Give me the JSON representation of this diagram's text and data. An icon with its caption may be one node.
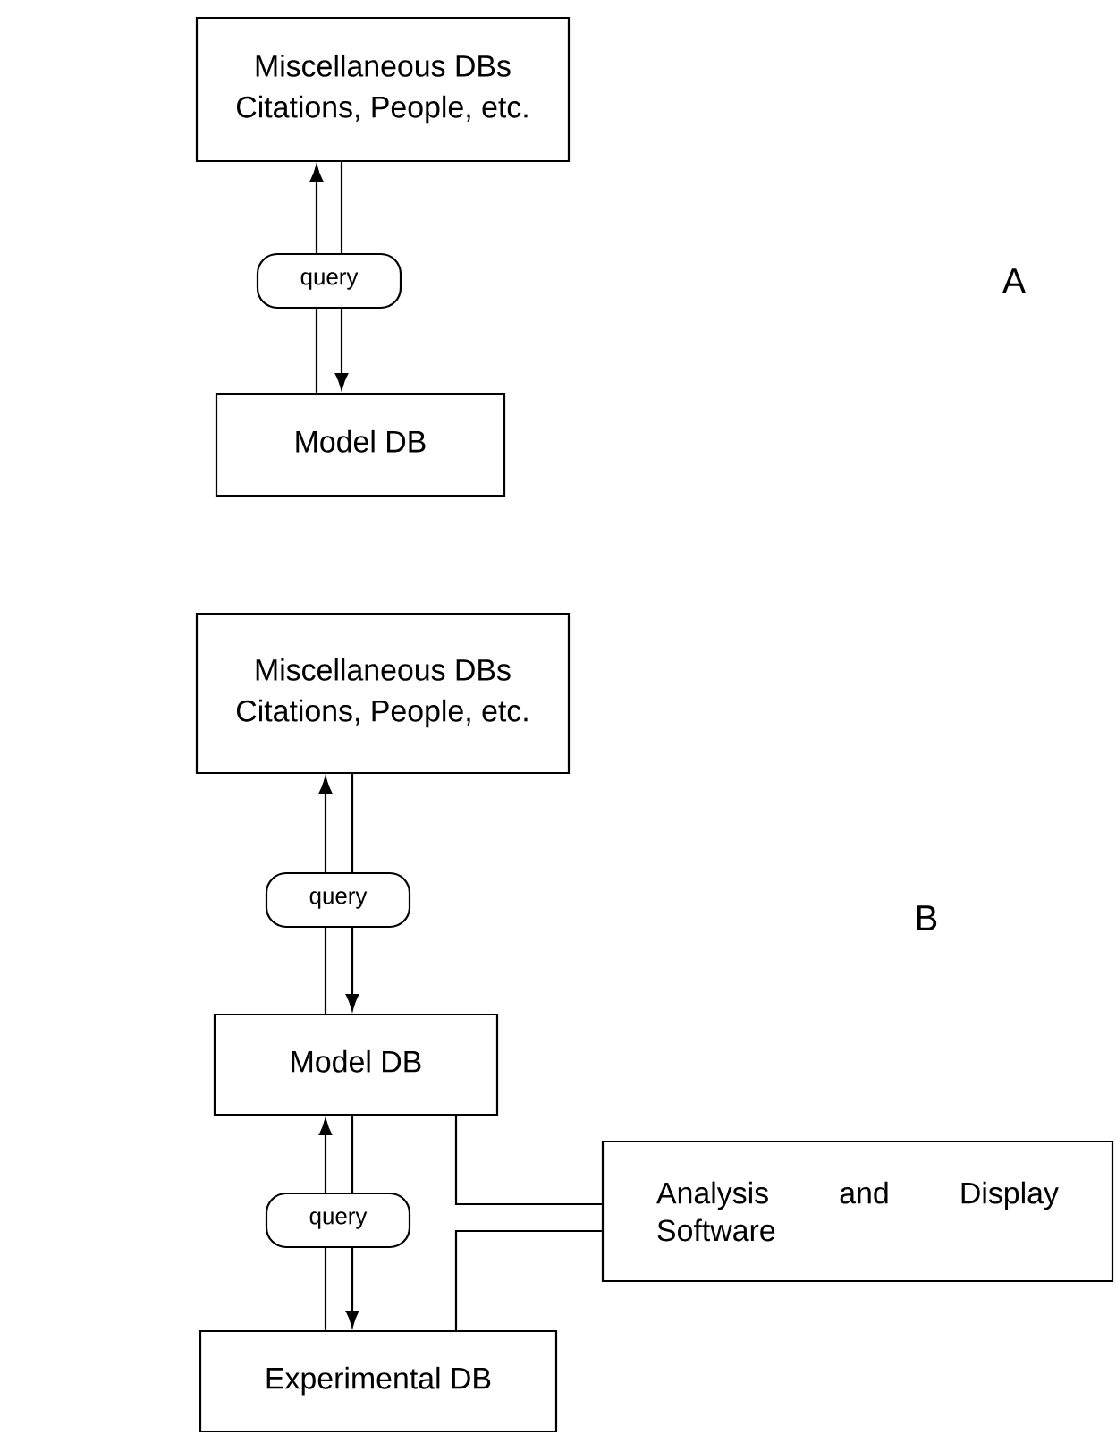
{
  "diagram": {
    "nodes": [
      {
        "text": [
          "Miscellaneous DBs",
          "Citations, People, etc."
        ]
      },
      {
        "text": [
          "Model DB"
        ]
      },
      {
        "text": [
          "Miscellaneous DBs",
          "Citations, People, etc."
        ]
      },
      {
        "text": [
          "Model DB"
        ]
      },
      {
        "text": [
          "Analysis and Display Software"
        ]
      },
      {
        "text": [
          "Experimental DB"
        ]
      }
    ],
    "edges": [
      {
        "from": 1,
        "to": 0,
        "arrow": "to",
        "label": "query"
      },
      {
        "from": 0,
        "to": 1,
        "arrow": "to"
      },
      {
        "from": 3,
        "to": 2,
        "arrow": "to",
        "label": "query"
      },
      {
        "from": 2,
        "to": 3,
        "arrow": "to"
      },
      {
        "from": 5,
        "to": 3,
        "arrow": "to",
        "label": "query"
      },
      {
        "from": 3,
        "to": 5,
        "arrow": "to"
      },
      {
        "from": 3,
        "to": 4,
        "arrow": "none"
      },
      {
        "from": 5,
        "to": 4,
        "arrow": "none"
      }
    ],
    "labels": [
      "A",
      "B"
    ]
  }
}
